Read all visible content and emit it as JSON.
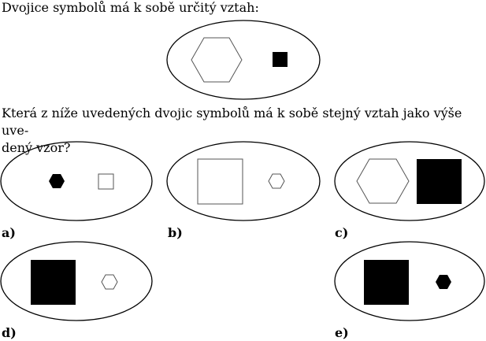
{
  "intro_text": "Dvojice symbolů má k sobě určitý vztah:",
  "question_line1": "Která z níže uvedených dvojic symbolů má k sobě stejný vztah jako výše uve-",
  "question_line2": "dený vzor?",
  "example": {
    "left": "hexagon-large-outline",
    "right": "square-small-filled"
  },
  "options": [
    {
      "label": "a)",
      "left": "hexagon-small-filled",
      "right": "square-small-outline"
    },
    {
      "label": "b)",
      "left": "square-large-outline",
      "right": "hexagon-small-outline"
    },
    {
      "label": "c)",
      "left": "hexagon-large-outline",
      "right": "square-large-filled"
    },
    {
      "label": "d)",
      "left": "square-large-filled",
      "right": "hexagon-small-outline"
    },
    {
      "label": "e)",
      "left": "square-large-filled",
      "right": "hexagon-small-filled"
    }
  ],
  "colors": {
    "stroke": "#000000",
    "thin_stroke": "#555555",
    "fill": "#000000",
    "background": "#ffffff"
  }
}
